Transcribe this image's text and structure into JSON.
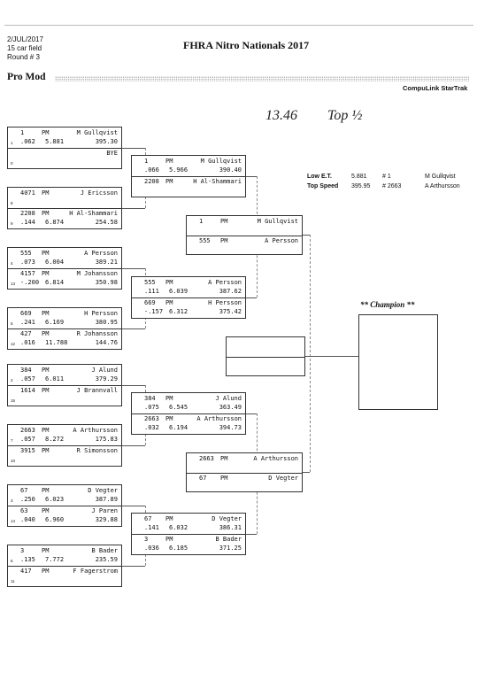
{
  "header": {
    "date": "2/JUL/2017",
    "field": "15 car field",
    "round": "Round # 3",
    "title": "FHRA Nitro Nationals 2017",
    "class_name": "Pro Mod",
    "brand": "CompuLink StarTrak"
  },
  "handwriting": {
    "left": "13.46",
    "right": "Top ½"
  },
  "stats": {
    "low_et": {
      "label": "Low  E.T.",
      "value": "5.881",
      "num": "# 1",
      "name": "M Gullqvist"
    },
    "top_speed": {
      "label": "Top Speed",
      "value": "395.95",
      "num": "# 2663",
      "name": "A Arthursson"
    }
  },
  "champion_label": "** Champion **",
  "round1": [
    {
      "top": {
        "car": "1",
        "cls": "PM",
        "name": "M Gullqvist",
        "lane": "1",
        "rt": ".062",
        "et": "5.881",
        "mph": "395.30"
      },
      "bot": {
        "car": "",
        "cls": "",
        "name": "BYE",
        "lane": "0",
        "rt": "",
        "et": "",
        "mph": ""
      }
    },
    {
      "top": {
        "car": "4071",
        "cls": "PM",
        "name": "J Ericsson",
        "lane": "8",
        "rt": "",
        "et": "",
        "mph": ""
      },
      "bot": {
        "car": "2208",
        "cls": "PM",
        "name": "H Al-Shammari",
        "lane": "9",
        "rt": ".144",
        "et": "6.874",
        "mph": "254.58"
      }
    },
    {
      "top": {
        "car": "555",
        "cls": "PM",
        "name": "A Persson",
        "lane": "4",
        "rt": ".073",
        "et": "6.004",
        "mph": "389.21"
      },
      "bot": {
        "car": "4157",
        "cls": "PM",
        "name": "M Johansson",
        "lane": "13",
        "rt": "-.200",
        "et": "6.814",
        "mph": "350.98"
      }
    },
    {
      "top": {
        "car": "669",
        "cls": "PM",
        "name": "H Persson",
        "lane": "5",
        "rt": ".241",
        "et": "6.169",
        "mph": "380.95"
      },
      "bot": {
        "car": "427",
        "cls": "PM",
        "name": "R Johansson",
        "lane": "12",
        "rt": ".016",
        "et": "11.788",
        "mph": "144.76"
      }
    },
    {
      "top": {
        "car": "384",
        "cls": "PM",
        "name": "J Alund",
        "lane": "2",
        "rt": ".057",
        "et": "6.011",
        "mph": "379.29"
      },
      "bot": {
        "car": "1614",
        "cls": "PM",
        "name": "J Brannvall",
        "lane": "15",
        "rt": "",
        "et": "",
        "mph": ""
      }
    },
    {
      "top": {
        "car": "2663",
        "cls": "PM",
        "name": "A Arthursson",
        "lane": "7",
        "rt": ".057",
        "et": "8.272",
        "mph": "175.83"
      },
      "bot": {
        "car": "3915",
        "cls": "PM",
        "name": "R Simonsson",
        "lane": "10",
        "rt": "",
        "et": "",
        "mph": ""
      }
    },
    {
      "top": {
        "car": "67",
        "cls": "PM",
        "name": "D Vegter",
        "lane": "3",
        "rt": ".250",
        "et": "6.023",
        "mph": "387.89"
      },
      "bot": {
        "car": "63",
        "cls": "PM",
        "name": "J Paren",
        "lane": "14",
        "rt": ".040",
        "et": "6.960",
        "mph": "329.88"
      }
    },
    {
      "top": {
        "car": "3",
        "cls": "PM",
        "name": "B Bader",
        "lane": "6",
        "rt": ".135",
        "et": "7.772",
        "mph": "235.59"
      },
      "bot": {
        "car": "417",
        "cls": "PM",
        "name": "F Fagerstrom",
        "lane": "11",
        "rt": "",
        "et": "",
        "mph": ""
      }
    }
  ],
  "round2": [
    {
      "top": {
        "car": "1",
        "cls": "PM",
        "name": "M Gullqvist",
        "rt": ".066",
        "et": "5.966",
        "mph": "390.40"
      },
      "bot": {
        "car": "2208",
        "cls": "PM",
        "name": "H Al-Shammari",
        "rt": "",
        "et": "",
        "mph": ""
      }
    },
    {
      "top": {
        "car": "555",
        "cls": "PM",
        "name": "A Persson",
        "rt": ".111",
        "et": "6.039",
        "mph": "387.62"
      },
      "bot": {
        "car": "669",
        "cls": "PM",
        "name": "H Persson",
        "rt": "-.157",
        "et": "6.312",
        "mph": "375.42"
      }
    },
    {
      "top": {
        "car": "384",
        "cls": "PM",
        "name": "J Alund",
        "rt": ".075",
        "et": "6.545",
        "mph": "363.49"
      },
      "bot": {
        "car": "2663",
        "cls": "PM",
        "name": "A Arthursson",
        "rt": ".032",
        "et": "6.194",
        "mph": "394.73"
      }
    },
    {
      "top": {
        "car": "67",
        "cls": "PM",
        "name": "D Vegter",
        "rt": ".141",
        "et": "6.032",
        "mph": "386.31"
      },
      "bot": {
        "car": "3",
        "cls": "PM",
        "name": "B Bader",
        "rt": ".036",
        "et": "6.185",
        "mph": "371.25"
      }
    }
  ],
  "round3": [
    {
      "top": {
        "car": "1",
        "cls": "PM",
        "name": "M Gullqvist"
      },
      "bot": {
        "car": "555",
        "cls": "PM",
        "name": "A Persson"
      }
    },
    {
      "top": {
        "car": "2663",
        "cls": "PM",
        "name": "A Arthursson"
      },
      "bot": {
        "car": "67",
        "cls": "PM",
        "name": "D Vegter"
      }
    }
  ]
}
